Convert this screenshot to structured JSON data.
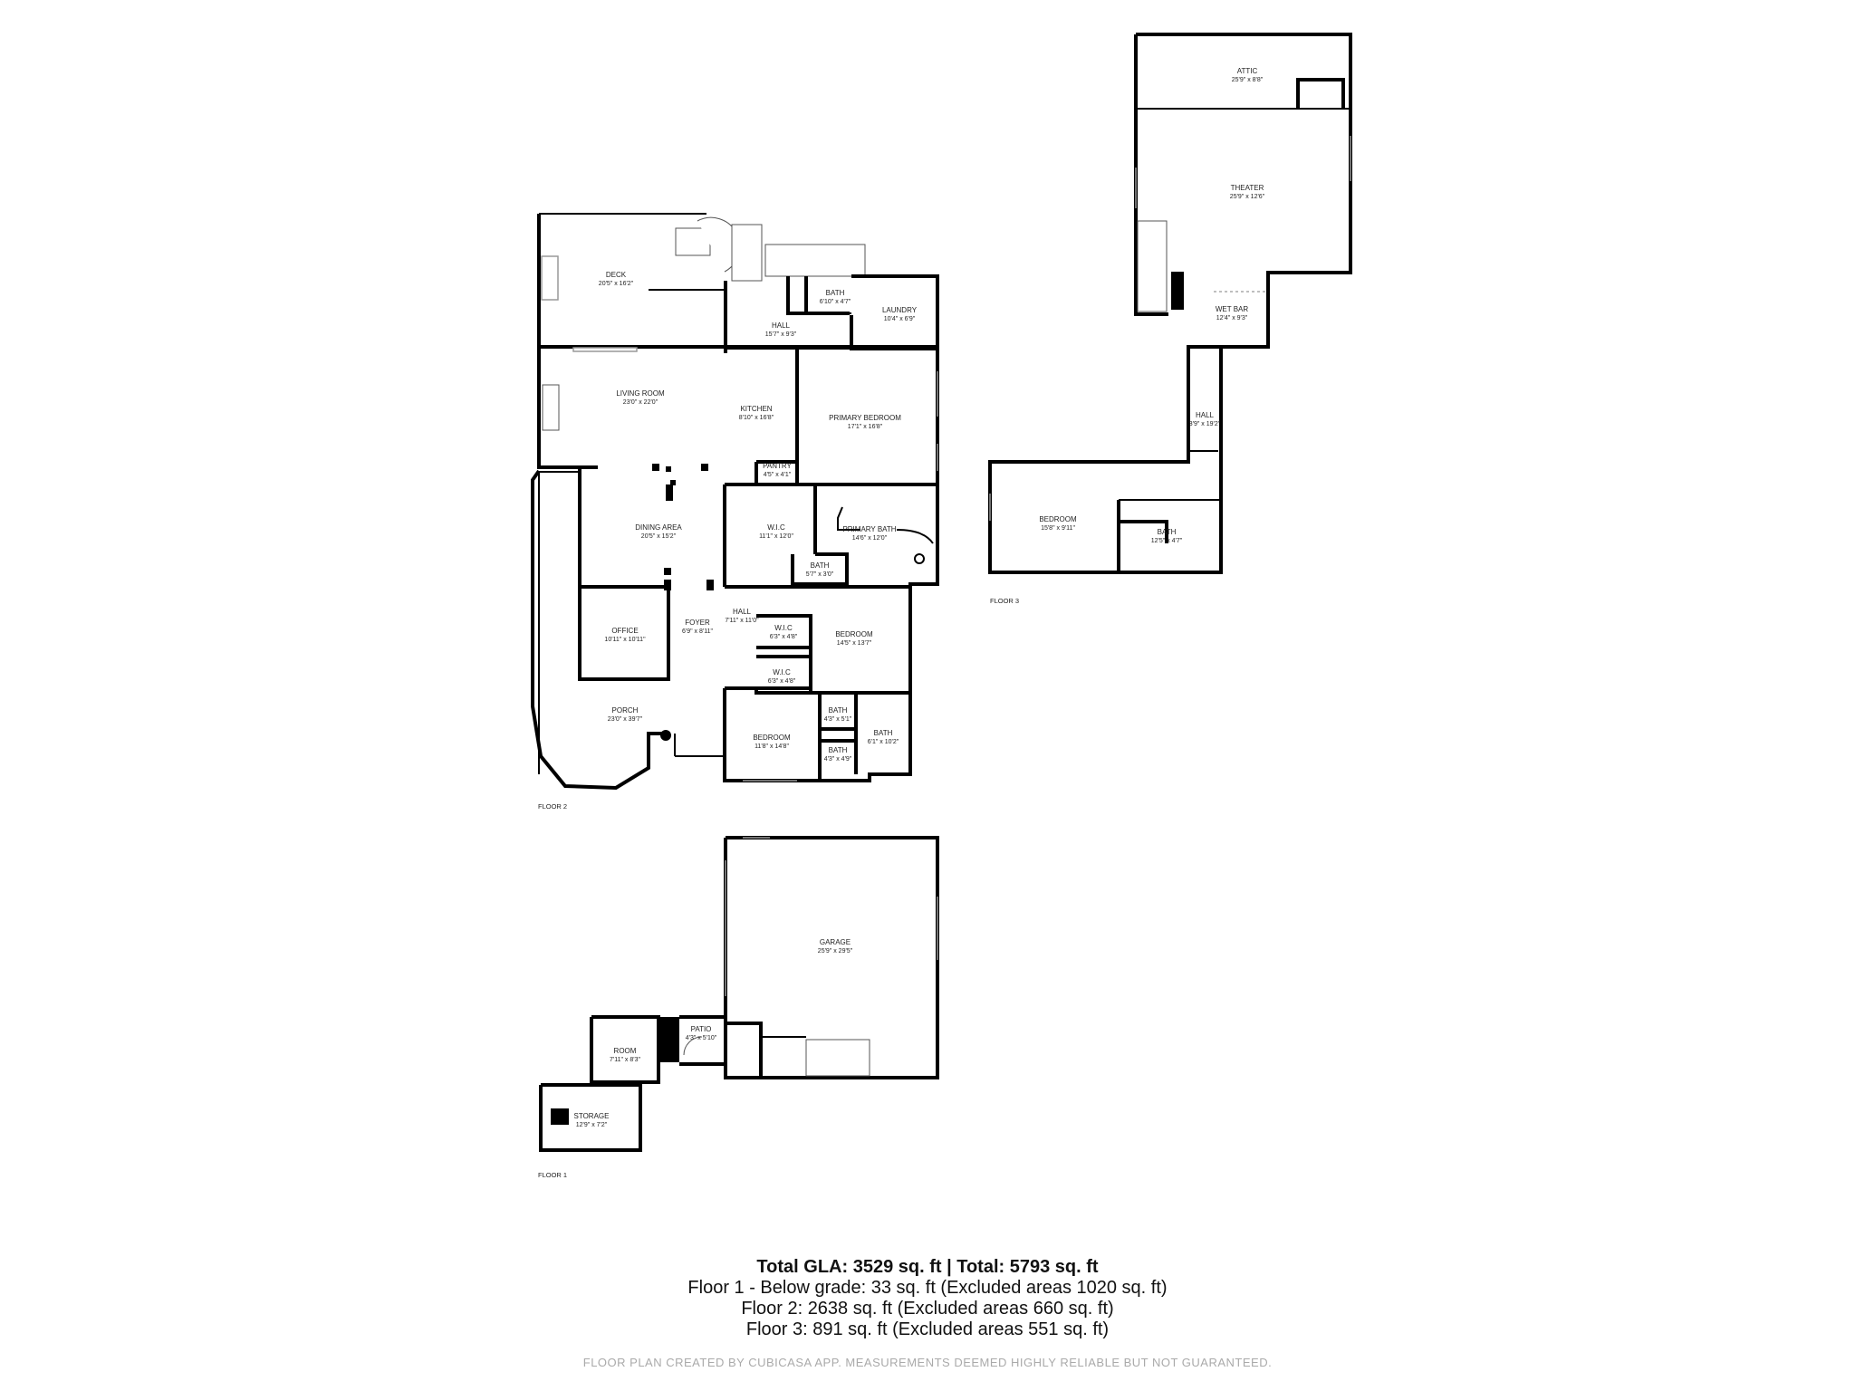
{
  "rooms": {
    "attic": {
      "name": "ATTIC",
      "dim": "25'9\" x 8'8\""
    },
    "theater": {
      "name": "THEATER",
      "dim": "25'9\" x 12'6\""
    },
    "wet_bar": {
      "name": "WET BAR",
      "dim": "12'4\" x 9'3\""
    },
    "hall_f3": {
      "name": "HALL",
      "dim": "3'9\" x 19'2\""
    },
    "bedroom_f3": {
      "name": "BEDROOM",
      "dim": "15'8\" x 9'11\""
    },
    "bath_f3": {
      "name": "BATH",
      "dim": "12'5\" x 4'7\""
    },
    "deck": {
      "name": "DECK",
      "dim": "20'5\" x 16'2\""
    },
    "bath_top": {
      "name": "BATH",
      "dim": "6'10\" x 4'7\""
    },
    "laundry": {
      "name": "LAUNDRY",
      "dim": "10'4\" x 6'9\""
    },
    "hall_top": {
      "name": "HALL",
      "dim": "15'7\" x 9'3\""
    },
    "living_room": {
      "name": "LIVING ROOM",
      "dim": "23'0\" x 22'0\""
    },
    "kitchen": {
      "name": "KITCHEN",
      "dim": "8'10\" x 16'8\""
    },
    "primary_bedroom": {
      "name": "PRIMARY BEDROOM",
      "dim": "17'1\" x 16'8\""
    },
    "pantry": {
      "name": "PANTRY",
      "dim": "4'5\" x 4'1\""
    },
    "dining_area": {
      "name": "DINING AREA",
      "dim": "20'5\" x 15'2\""
    },
    "wic_primary": {
      "name": "W.I.C",
      "dim": "11'1\" x 12'0\""
    },
    "primary_bath": {
      "name": "PRIMARY BATH",
      "dim": "14'6\" x 12'0\""
    },
    "bath_small": {
      "name": "BATH",
      "dim": "5'7\" x 3'0\""
    },
    "hall_mid": {
      "name": "HALL",
      "dim": "7'11\" x 11'0\""
    },
    "office": {
      "name": "OFFICE",
      "dim": "10'11\" x 10'11\""
    },
    "foyer": {
      "name": "FOYER",
      "dim": "6'9\" x 8'11\""
    },
    "wic_a": {
      "name": "W.I.C",
      "dim": "6'3\" x 4'8\""
    },
    "wic_b": {
      "name": "W.I.C",
      "dim": "6'3\" x 4'8\""
    },
    "bedroom_right": {
      "name": "BEDROOM",
      "dim": "14'5\" x 13'7\""
    },
    "porch": {
      "name": "PORCH",
      "dim": "23'0\" x 39'7\""
    },
    "bath_a": {
      "name": "BATH",
      "dim": "4'3\" x 5'1\""
    },
    "bath_b": {
      "name": "BATH",
      "dim": "6'1\" x 10'2\""
    },
    "bath_c": {
      "name": "BATH",
      "dim": "4'3\" x 4'9\""
    },
    "bedroom_bottom": {
      "name": "BEDROOM",
      "dim": "11'8\" x 14'8\""
    },
    "garage": {
      "name": "GARAGE",
      "dim": "25'9\" x 29'5\""
    },
    "room_f1": {
      "name": "ROOM",
      "dim": "7'11\" x 8'3\""
    },
    "patio": {
      "name": "PATIO",
      "dim": "4'3\" x 5'10\""
    },
    "storage": {
      "name": "STORAGE",
      "dim": "12'9\" x 7'2\""
    }
  },
  "floor_labels": {
    "floor1": "FLOOR 1",
    "floor2": "FLOOR 2",
    "floor3": "FLOOR 3"
  },
  "summary": {
    "total": "Total GLA: 3529 sq. ft | Total: 5793 sq. ft",
    "floor1": "Floor 1 - Below grade: 33 sq. ft (Excluded areas 1020 sq. ft)",
    "floor2": "Floor 2: 2638 sq. ft (Excluded areas 660 sq. ft)",
    "floor3": "Floor 3: 891 sq. ft (Excluded areas 551 sq. ft)"
  },
  "footer": "FLOOR PLAN CREATED BY CUBICASA APP. MEASUREMENTS DEEMED HIGHLY RELIABLE BUT NOT GUARANTEED."
}
